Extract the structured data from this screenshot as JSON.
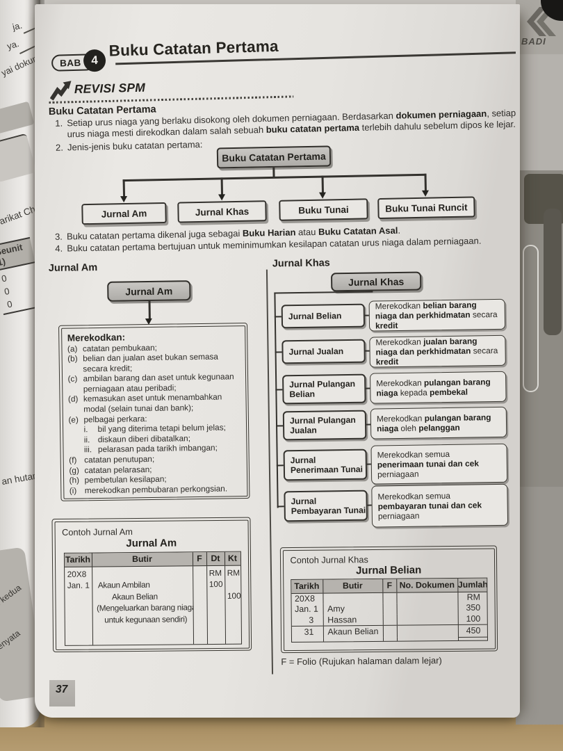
{
  "surroundings": {
    "prev_page_fragments": {
      "f1": "ja.",
      "f2": "ya.",
      "f3": "yai dokum",
      "f4": "arikat Ch",
      "f5": "Seunit",
      "f6": "1)",
      "f7": "0",
      "f8": "0",
      "f9": "0",
      "f10": "an hutang",
      "f11": "gi kedua",
      "f12": "penyata"
    },
    "back_book_logo": "BADI"
  },
  "page_number": "37",
  "header": {
    "bab_label": "BAB",
    "bab_number": "4",
    "title": "Buku Catatan Pertama"
  },
  "revisi_label": "REVISI SPM",
  "intro": {
    "heading": "Buku Catatan Pertama",
    "item1": {
      "num": "1.",
      "pre": "Setiap urus niaga yang berlaku disokong oleh dokumen perniagaan. Berdasarkan ",
      "b1": "dokumen perniagaan",
      "mid": ", setiap urus niaga mesti direkodkan dalam salah sebuah ",
      "b2": "buku catatan pertama",
      "post": " terlebih dahulu sebelum dipos ke lejar."
    },
    "item2": {
      "num": "2.",
      "text": "Jenis-jenis buku catatan pertama:"
    },
    "item3": {
      "num": "3.",
      "pre": "Buku catatan pertama dikenal juga sebagai ",
      "b1": "Buku Harian",
      "mid": " atau ",
      "b2": "Buku Catatan Asal",
      "post": "."
    },
    "item4": {
      "num": "4.",
      "text": "Buku catatan pertama bertujuan untuk meminimumkan kesilapan catatan urus niaga dalam perniagaan."
    }
  },
  "flowchart": {
    "root": "Buku Catatan Pertama",
    "children": [
      "Jurnal Am",
      "Jurnal Khas",
      "Buku Tunai",
      "Buku Tunai Runcit"
    ]
  },
  "jurnal_am": {
    "heading": "Jurnal Am",
    "node": "Jurnal Am",
    "box_title": "Merekodkan:",
    "items": [
      {
        "label": "(a)",
        "text": "catatan pembukaan;"
      },
      {
        "label": "(b)",
        "text": "belian dan jualan aset bukan semasa secara kredit;"
      },
      {
        "label": "(c)",
        "text": "ambilan barang dan aset untuk kegunaan perniagaan atau peribadi;"
      },
      {
        "label": "(d)",
        "text": "kemasukan aset untuk menambahkan modal (selain tunai dan bank);"
      },
      {
        "label": "(e)",
        "text": "pelbagai perkara:"
      },
      {
        "label": "i.",
        "text": "bil yang diterima tetapi belum jelas;"
      },
      {
        "label": "ii.",
        "text": "diskaun diberi dibatalkan;"
      },
      {
        "label": "iii.",
        "text": "pelarasan pada tarikh imbangan;"
      },
      {
        "label": "(f)",
        "text": "catatan penutupan;"
      },
      {
        "label": "(g)",
        "text": "catatan pelarasan;"
      },
      {
        "label": "(h)",
        "text": "pembetulan kesilapan;"
      },
      {
        "label": "(i)",
        "text": "merekodkan pembubaran perkongsian."
      }
    ]
  },
  "jurnal_khas": {
    "heading": "Jurnal Khas",
    "node": "Jurnal Khas",
    "rows": [
      {
        "name": "Jurnal Belian",
        "pre": "Merekodkan ",
        "b1": "belian barang niaga dan perkhidmatan",
        "mid": " secara ",
        "b2": "kredit",
        "post": ""
      },
      {
        "name": "Jurnal Jualan",
        "pre": "Merekodkan ",
        "b1": "jualan barang niaga dan perkhidmatan",
        "mid": " secara ",
        "b2": "kredit",
        "post": ""
      },
      {
        "name": "Jurnal Pulangan Belian",
        "pre": "Merekodkan ",
        "b1": "pulangan barang niaga",
        "mid": " kepada ",
        "b2": "pembekal",
        "post": ""
      },
      {
        "name": "Jurnal Pulangan Jualan",
        "pre": "Merekodkan ",
        "b1": "pulangan barang niaga",
        "mid": " oleh ",
        "b2": "pelanggan",
        "post": ""
      },
      {
        "name": "Jurnal Penerimaan Tunai",
        "pre": "Merekodkan semua ",
        "b1": "penerimaan tunai dan cek",
        "mid": " perniagaan",
        "b2": "",
        "post": ""
      },
      {
        "name": "Jurnal Pembayaran Tunai",
        "pre": "Merekodkan semua ",
        "b1": "pembayaran tunai dan cek",
        "mid": " perniagaan",
        "b2": "",
        "post": ""
      }
    ]
  },
  "contoh_am": {
    "caption": "Contoh Jurnal Am",
    "title": "Jurnal Am",
    "headers": [
      "Tarikh",
      "Butir",
      "F",
      "Dt",
      "Kt"
    ],
    "tarikh": [
      "20X8",
      "Jan. 1"
    ],
    "butir": [
      "Akaun Ambilan",
      "Akaun Belian",
      "(Mengeluarkan barang niaga",
      "untuk kegunaan sendiri)"
    ],
    "dt": [
      "RM",
      "100"
    ],
    "kt": [
      "RM",
      "100"
    ]
  },
  "contoh_khas": {
    "caption": "Contoh Jurnal Khas",
    "title": "Jurnal Belian",
    "headers": [
      "Tarikh",
      "Butir",
      "F",
      "No. Dokumen",
      "Jumlah"
    ],
    "rows": [
      {
        "tarikh": "20X8",
        "butir": "",
        "jumlah": "RM"
      },
      {
        "tarikh": "Jan. 1",
        "butir": "Amy",
        "jumlah": "350"
      },
      {
        "tarikh": "3",
        "butir": "Hassan",
        "jumlah": "100"
      },
      {
        "tarikh": "31",
        "butir": "Akaun Belian",
        "jumlah": "450"
      }
    ],
    "footnote": "F = Folio (Rujukan halaman dalam lejar)"
  }
}
